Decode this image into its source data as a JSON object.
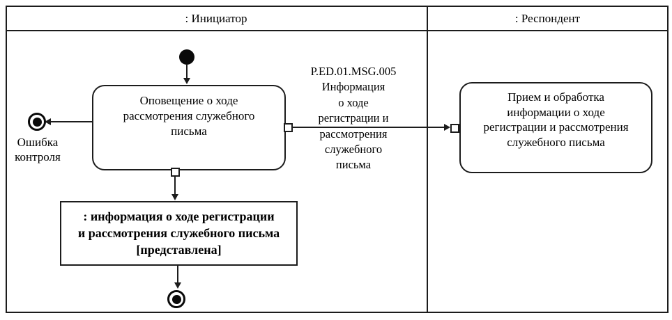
{
  "diagram": {
    "type": "uml-activity-swimlane-diagram",
    "colors": {
      "line": "#1c1c1c",
      "background": "#ffffff",
      "text": "#000000"
    },
    "lanes": {
      "initiator": {
        "title": ": Инициатор"
      },
      "respondent": {
        "title": ": Респондент"
      }
    },
    "initiator_action": {
      "lines": [
        "Оповещение о ходе",
        "рассмотрения служебного",
        "письма"
      ]
    },
    "respondent_action": {
      "lines": [
        "Прием и обработка",
        "информации о ходе",
        "регистрации и рассмотрения",
        "служебного письма"
      ]
    },
    "object_node": {
      "lines": [
        ": информация о ходе регистрации",
        "и рассмотрения служебного письма",
        "[представлена]"
      ]
    },
    "error_label": {
      "lines": [
        "Ошибка",
        "контроля"
      ]
    },
    "message_label": {
      "lines": [
        "P.ED.01.MSG.005",
        "Информация",
        "о ходе",
        "регистрации и",
        "рассмотрения",
        "служебного",
        "письма"
      ]
    }
  }
}
